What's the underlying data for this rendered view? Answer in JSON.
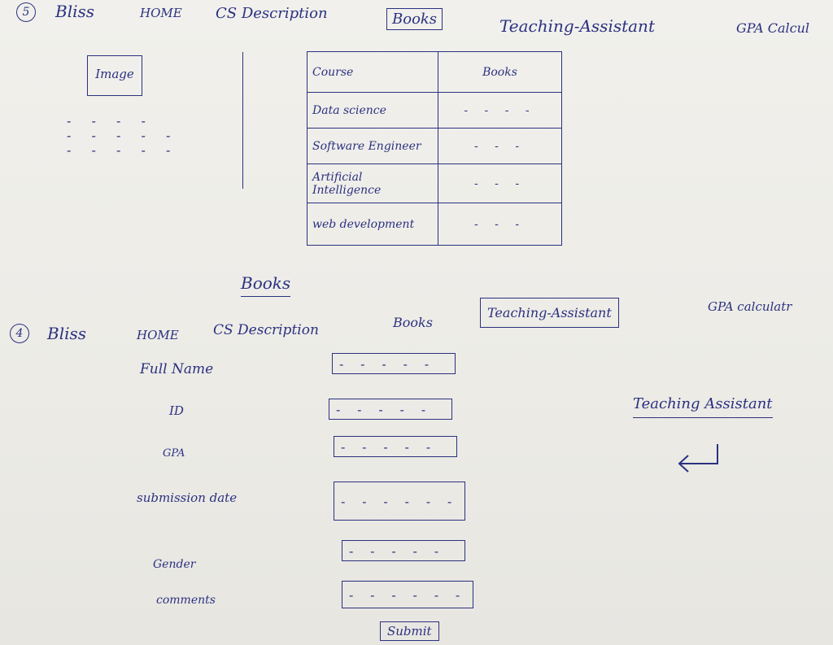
{
  "sketch5": {
    "number": "5",
    "nav": {
      "brand": "Bliss",
      "home": "HOME",
      "cs": "CS Description",
      "books": "Books",
      "ta": "Teaching-Assistant",
      "gpa": "GPA Calcul"
    },
    "image_placeholder": "Image",
    "left_lines": [
      "- - - -",
      "- - - - -",
      "- - - - -"
    ],
    "table": {
      "headers": [
        "Course",
        "Books"
      ],
      "rows": [
        {
          "course": "Data science",
          "books": "- - - -"
        },
        {
          "course": "Software Engineer",
          "books": "- - -"
        },
        {
          "course": "Artificial Intelligence",
          "books": "- - -"
        },
        {
          "course": "web development",
          "books": "- - -"
        }
      ]
    },
    "caption": "Books"
  },
  "sketch4": {
    "number": "4",
    "nav": {
      "brand": "Bliss",
      "home": "HOME",
      "cs": "CS Description",
      "books": "Books",
      "ta": "Teaching-Assistant",
      "gpa": "GPA calculatr"
    },
    "form": {
      "full_name_label": "Full Name",
      "id_label": "ID",
      "gpa_label": "GPA",
      "submission_label": "submission date",
      "gender_label": "Gender",
      "comments_label": "comments",
      "placeholder": "- - - - - -",
      "submit": "Submit"
    },
    "side_title": "Teaching Assistant",
    "arrow_icon": "return-arrow-icon"
  }
}
